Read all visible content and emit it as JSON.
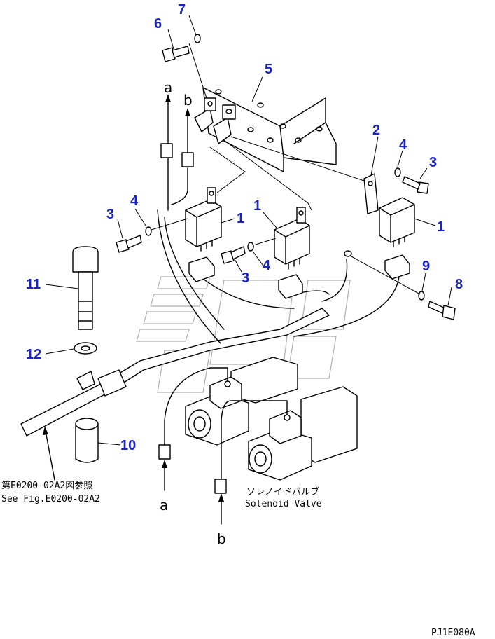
{
  "diagram": {
    "callouts": [
      "1",
      "1",
      "1",
      "2",
      "3",
      "3",
      "3",
      "4",
      "4",
      "4",
      "5",
      "6",
      "7",
      "8",
      "9",
      "10",
      "11",
      "12"
    ],
    "connector_letters": [
      "a",
      "b",
      "a",
      "b"
    ],
    "notes": {
      "see_fig_jp": "第E0200-02A2図参照",
      "see_fig_en": "See Fig.E0200-02A2",
      "solenoid_jp": "ソレノイドバルブ",
      "solenoid_en": "Solenoid Valve"
    },
    "drawing_code": "PJ1E080A",
    "colors": {
      "callout": "#1a23c8",
      "line": "#000000",
      "watermark": "#b0b0b0"
    }
  }
}
